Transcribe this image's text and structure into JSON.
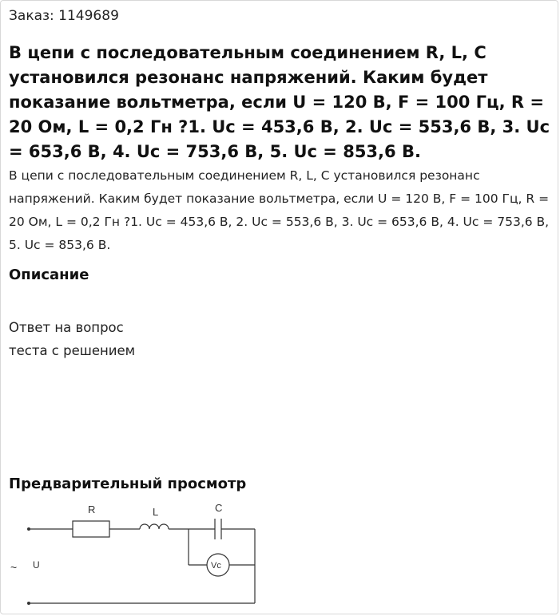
{
  "order_label": "Заказ: 1149689",
  "title": "В цепи с последовательным соединением R, L, C установился резонанс напряжений. Каким будет показание вольтметра, если U = 120 В, F = 100 Гц, R = 20 Ом, L = 0,2 Гн ?1. Uc = 453,6 В, 2. Uc = 553,6 В, 3. Uc = 653,6 В, 4. Uc = 753,6 В, 5. Uc = 853,6 В.",
  "body_text": "В цепи с последовательным соединением R, L, C установился резонанс напряжений. Каким будет показание вольтметра, если U = 120 В, F = 100 Гц, R = 20 Ом, L = 0,2 Гн ?1. Uc = 453,6 В, 2. Uc = 553,6 В, 3. Uc = 653,6 В, 4. Uc = 753,6 В, 5. Uc = 853,6 В.",
  "description_heading": "Описание",
  "description_line1": "Ответ на вопрос",
  "description_line2": "теста с решением",
  "preview_heading": "Предварительный просмотр",
  "circuit": {
    "label_r": "R",
    "label_l": "L",
    "label_c": "C",
    "label_u": "U",
    "label_vc": "Vc",
    "source_symbol": "~"
  }
}
